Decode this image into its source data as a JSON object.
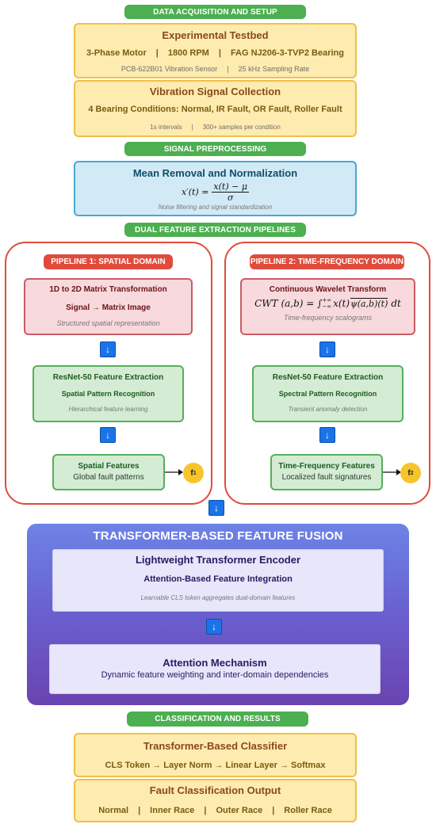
{
  "sections": {
    "acquisition": "DATA ACQUISITION AND SETUP",
    "preprocessing": "SIGNAL PREPROCESSING",
    "dual_extraction": "DUAL FEATURE EXTRACTION PIPELINES",
    "classification": "CLASSIFICATION AND RESULTS"
  },
  "testbed": {
    "title": "Experimental Testbed",
    "specs": [
      "3-Phase Motor",
      "1800 RPM",
      "FAG NJ206-3-TVP2 Bearing"
    ],
    "sensor": [
      "PCB-622B01 Vibration Sensor",
      "25 kHz Sampling Rate"
    ]
  },
  "collection": {
    "title": "Vibration Signal Collection",
    "conditions": "4 Bearing Conditions: Normal, IR Fault, OR Fault, Roller Fault",
    "details": [
      "1s intervals",
      "300+ samples per condition"
    ]
  },
  "normalization": {
    "title": "Mean Removal and Normalization",
    "lhs": "x′(t) =",
    "numerator": "x(t) − μ",
    "denominator": "σ",
    "note": "Noise filtering and signal standardization"
  },
  "pipeline1": {
    "label": "PIPELINE 1: SPATIAL DOMAIN",
    "transform": {
      "title": "1D to 2D Matrix Transformation",
      "formula": "Signal → Matrix Image",
      "note": "Structured spatial representation"
    },
    "resnet": {
      "title": "ResNet-50 Feature Extraction",
      "subtitle": "Spatial Pattern Recognition",
      "note": "Hierarchical feature learning"
    },
    "features": {
      "title": "Spatial Features",
      "subtitle": "Global fault patterns"
    },
    "output": {
      "base": "f",
      "sub": "1"
    }
  },
  "pipeline2": {
    "label": "PIPELINE 2: TIME-FREQUENCY DOMAIN",
    "transform": {
      "title": "Continuous Wavelet Transform",
      "formula_lhs": "CWT (a,b) = ∫",
      "formula_upper": "+∞",
      "formula_lower": "−∞",
      "formula_rhs": "x(t)",
      "formula_psi": "ψ(a,b)(t)",
      "formula_dt": "dt",
      "note": "Time-frequency scalograms"
    },
    "resnet": {
      "title": "ResNet-50 Feature Extraction",
      "subtitle": "Spectral Pattern Recognition",
      "note": "Transient anomaly detection"
    },
    "features": {
      "title": "Time-Frequency Features",
      "subtitle": "Localized fault signatures"
    },
    "output": {
      "base": "f",
      "sub": "2"
    }
  },
  "fusion": {
    "title": "TRANSFORMER-BASED FEATURE FUSION",
    "encoder": {
      "title": "Lightweight Transformer Encoder",
      "subtitle": "Attention-Based Feature Integration",
      "note": "Learnable CLS token aggregates dual-domain features"
    },
    "attention": {
      "title": "Attention Mechanism",
      "subtitle": "Dynamic feature weighting and inter-domain dependencies"
    }
  },
  "classifier": {
    "title": "Transformer-Based Classifier",
    "pipeline": "CLS Token → Layer Norm → Linear Layer → Softmax"
  },
  "output": {
    "title": "Fault Classification Output",
    "classes": [
      "Normal",
      "Inner Race",
      "Outer Race",
      "Roller Race"
    ]
  },
  "icons": {
    "arrow": "down-arrow-icon"
  },
  "colors": {
    "section_green": "#4caf50",
    "pipeline_red": "#e14b3b",
    "arrow_blue": "#1a73e8",
    "feature_yellow": "#f6c52c"
  }
}
